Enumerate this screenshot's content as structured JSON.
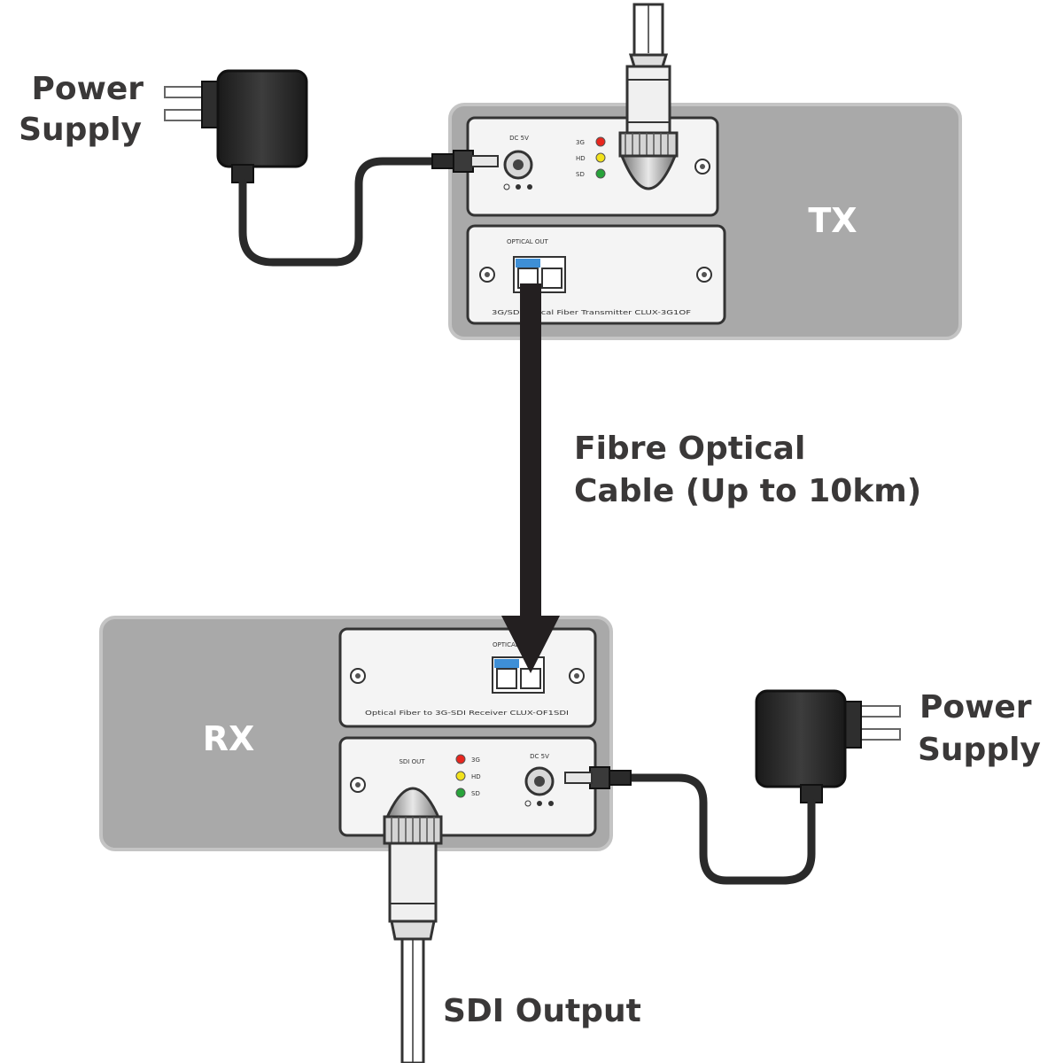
{
  "labels": {
    "power_supply_left": [
      "Power",
      "Supply"
    ],
    "power_supply_right": [
      "Power",
      "Supply"
    ],
    "fibre_cable": [
      "Fibre Optical",
      "Cable (Up to 10km)"
    ],
    "sdi_output": "SDI Output",
    "tx": "TX",
    "rx": "RX"
  },
  "tx_panel": {
    "dc_label": "DC 5V",
    "leds": [
      {
        "label": "3G",
        "color": "#e8261e"
      },
      {
        "label": "HD",
        "color": "#f2e21c"
      },
      {
        "label": "SD",
        "color": "#27a33a"
      }
    ],
    "optical_label": "OPTICAL OUT",
    "model_text": "3G/SD Optical Fiber Transmitter CLUX-3G1OF"
  },
  "rx_panel": {
    "optical_label": "OPTICAL IN",
    "model_text": "Optical Fiber to 3G-SDI Receiver CLUX-OF1SDI",
    "sdi_label": "SDI OUT",
    "dc_label": "DC 5V",
    "leds": [
      {
        "label": "3G",
        "color": "#e8261e"
      },
      {
        "label": "HD",
        "color": "#f2e21c"
      },
      {
        "label": "SD",
        "color": "#27a33a"
      }
    ]
  },
  "colors": {
    "unit_body": "#a9a9a9",
    "panel_face": "#f4f4f4",
    "cable": "#2a2a2a",
    "label_text": "#3a3838"
  }
}
